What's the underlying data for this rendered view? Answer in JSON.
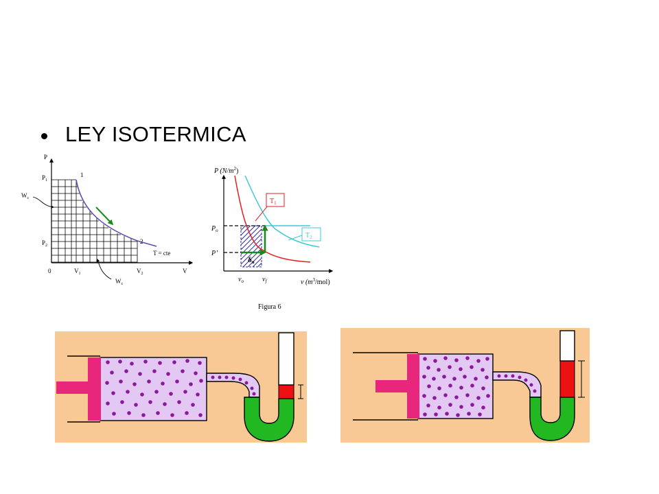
{
  "slide": {
    "bullet": "LEY ISOTERMICA"
  },
  "pv_diagram": {
    "p_axis": "P",
    "v_axis": "V",
    "origin": "0",
    "p1": "P",
    "p1_sub": "1",
    "p2": "P",
    "p2_sub": "2",
    "v1": "V",
    "v1_sub": "1",
    "v2": "V",
    "v2_sub": "2",
    "point1": "1",
    "point2": "2",
    "t_label": "T = cte",
    "wc_left": "W",
    "wc_left_sub": "c",
    "wc_bottom": "W",
    "wc_bottom_sub": "c"
  },
  "figure6": {
    "y_axis_label": "P (N/m",
    "y_axis_sup": "2",
    "y_axis_end": ")",
    "x_axis_label": "v (m",
    "x_axis_sup": "3",
    "x_axis_end": "/mol)",
    "po": "P",
    "po_sub": "o",
    "pprime": "P’",
    "vo": "v",
    "vo_sub": "o",
    "vf": "v",
    "vf_sub": "f",
    "area": "δ",
    "area_sub": "u",
    "t1": "T",
    "t1_sub": "1",
    "t2": "T",
    "t2_sub": "2",
    "caption": "Figura 6",
    "colors": {
      "t1": "#e41e1e",
      "t2": "#3dc8d6",
      "arrow": "#1a8a1a"
    }
  },
  "apparatus": {
    "colors": {
      "background": "#f9c995",
      "gas": "#e4c8f4",
      "piston": "#e8267c",
      "molecule": "#8a1a9a",
      "mercury": "#22b822",
      "level": "#ee1111"
    }
  }
}
